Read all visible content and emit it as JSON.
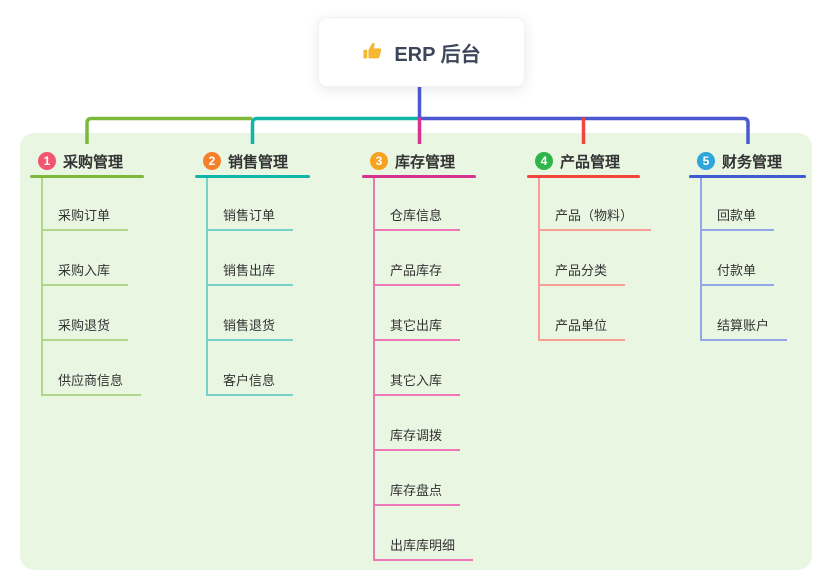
{
  "root": {
    "label": "ERP 后台",
    "icon": "thumbs-up-icon"
  },
  "colors": {
    "page_bg": "#ffffff",
    "panel_bg": "#e9f6e2",
    "root_line": "#4a59cf",
    "root_text": "#3d4659",
    "item_text": "#333333",
    "thumb_icon": "#f7b731"
  },
  "branches": [
    {
      "badge": "1",
      "title": "采购管理",
      "colors": {
        "badge": "#f2566e",
        "line": "#7db83c",
        "subline": "#b0d78a"
      },
      "items": [
        "采购订单",
        "采购入库",
        "采购退货",
        "供应商信息"
      ]
    },
    {
      "badge": "2",
      "title": "销售管理",
      "colors": {
        "badge": "#f5802c",
        "line": "#10b5a7",
        "subline": "#74d2c6"
      },
      "items": [
        "销售订单",
        "销售出库",
        "销售退货",
        "客户信息"
      ]
    },
    {
      "badge": "3",
      "title": "库存管理",
      "colors": {
        "badge": "#f9a21f",
        "line": "#d6338f",
        "subline": "#ee77b8"
      },
      "items": [
        "仓库信息",
        "产品库存",
        "其它出库",
        "其它入库",
        "库存调拨",
        "库存盘点",
        "出库库明细"
      ]
    },
    {
      "badge": "4",
      "title": "产品管理",
      "colors": {
        "badge": "#2fb54a",
        "line": "#f2453d",
        "subline": "#f79e97"
      },
      "items": [
        "产品（物料）",
        "产品分类",
        "产品单位"
      ]
    },
    {
      "badge": "5",
      "title": "财务管理",
      "colors": {
        "badge": "#2ea6dc",
        "line": "#3f5bd2",
        "subline": "#93a7e6"
      },
      "items": [
        "回款单",
        "付款单",
        "结算账户"
      ]
    }
  ]
}
